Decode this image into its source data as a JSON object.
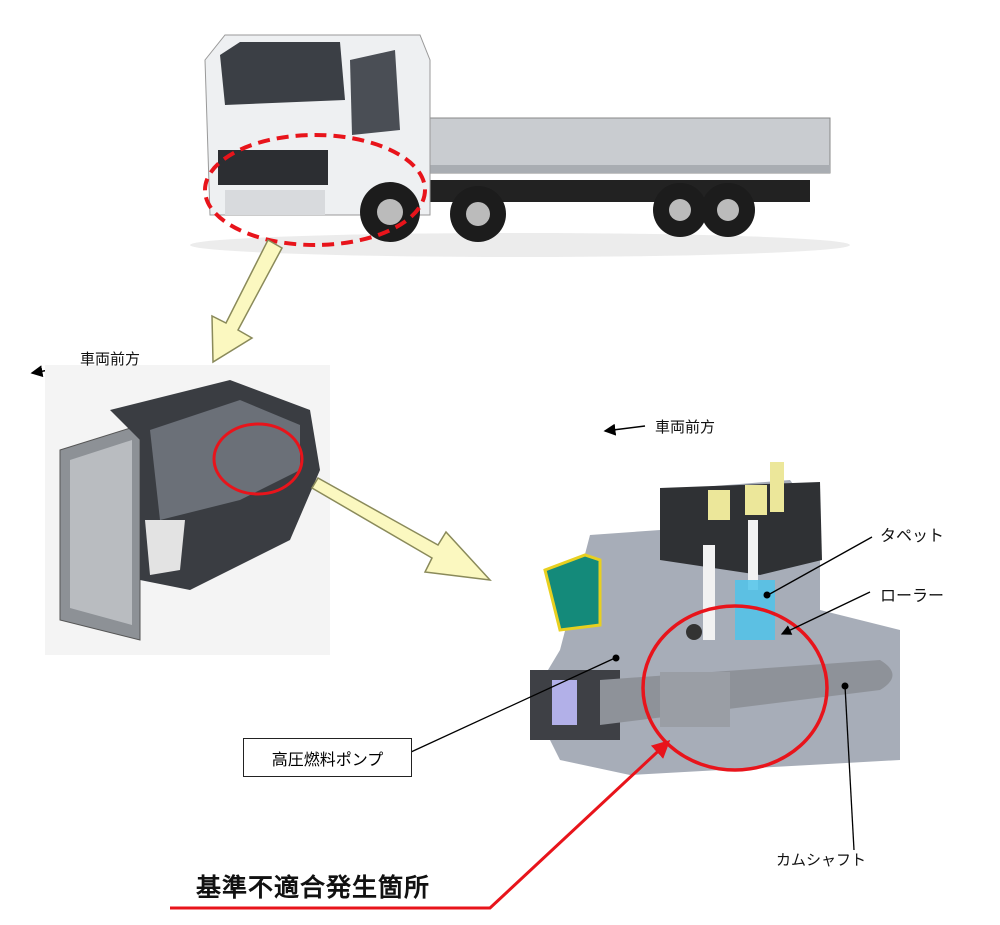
{
  "labels": {
    "vehicle_front_1": "車両前方",
    "vehicle_front_2": "車両前方",
    "tappet": "タペット",
    "roller": "ローラー",
    "high_pressure_fuel_pump": "高圧燃料ポンプ",
    "camshaft": "カムシャフト",
    "nonconformity_location": "基準不適合発生箇所"
  },
  "colors": {
    "highlight": "#e8141b",
    "arrow_fill": "#fbf8c0",
    "arrow_stroke": "#8a8a5a"
  }
}
